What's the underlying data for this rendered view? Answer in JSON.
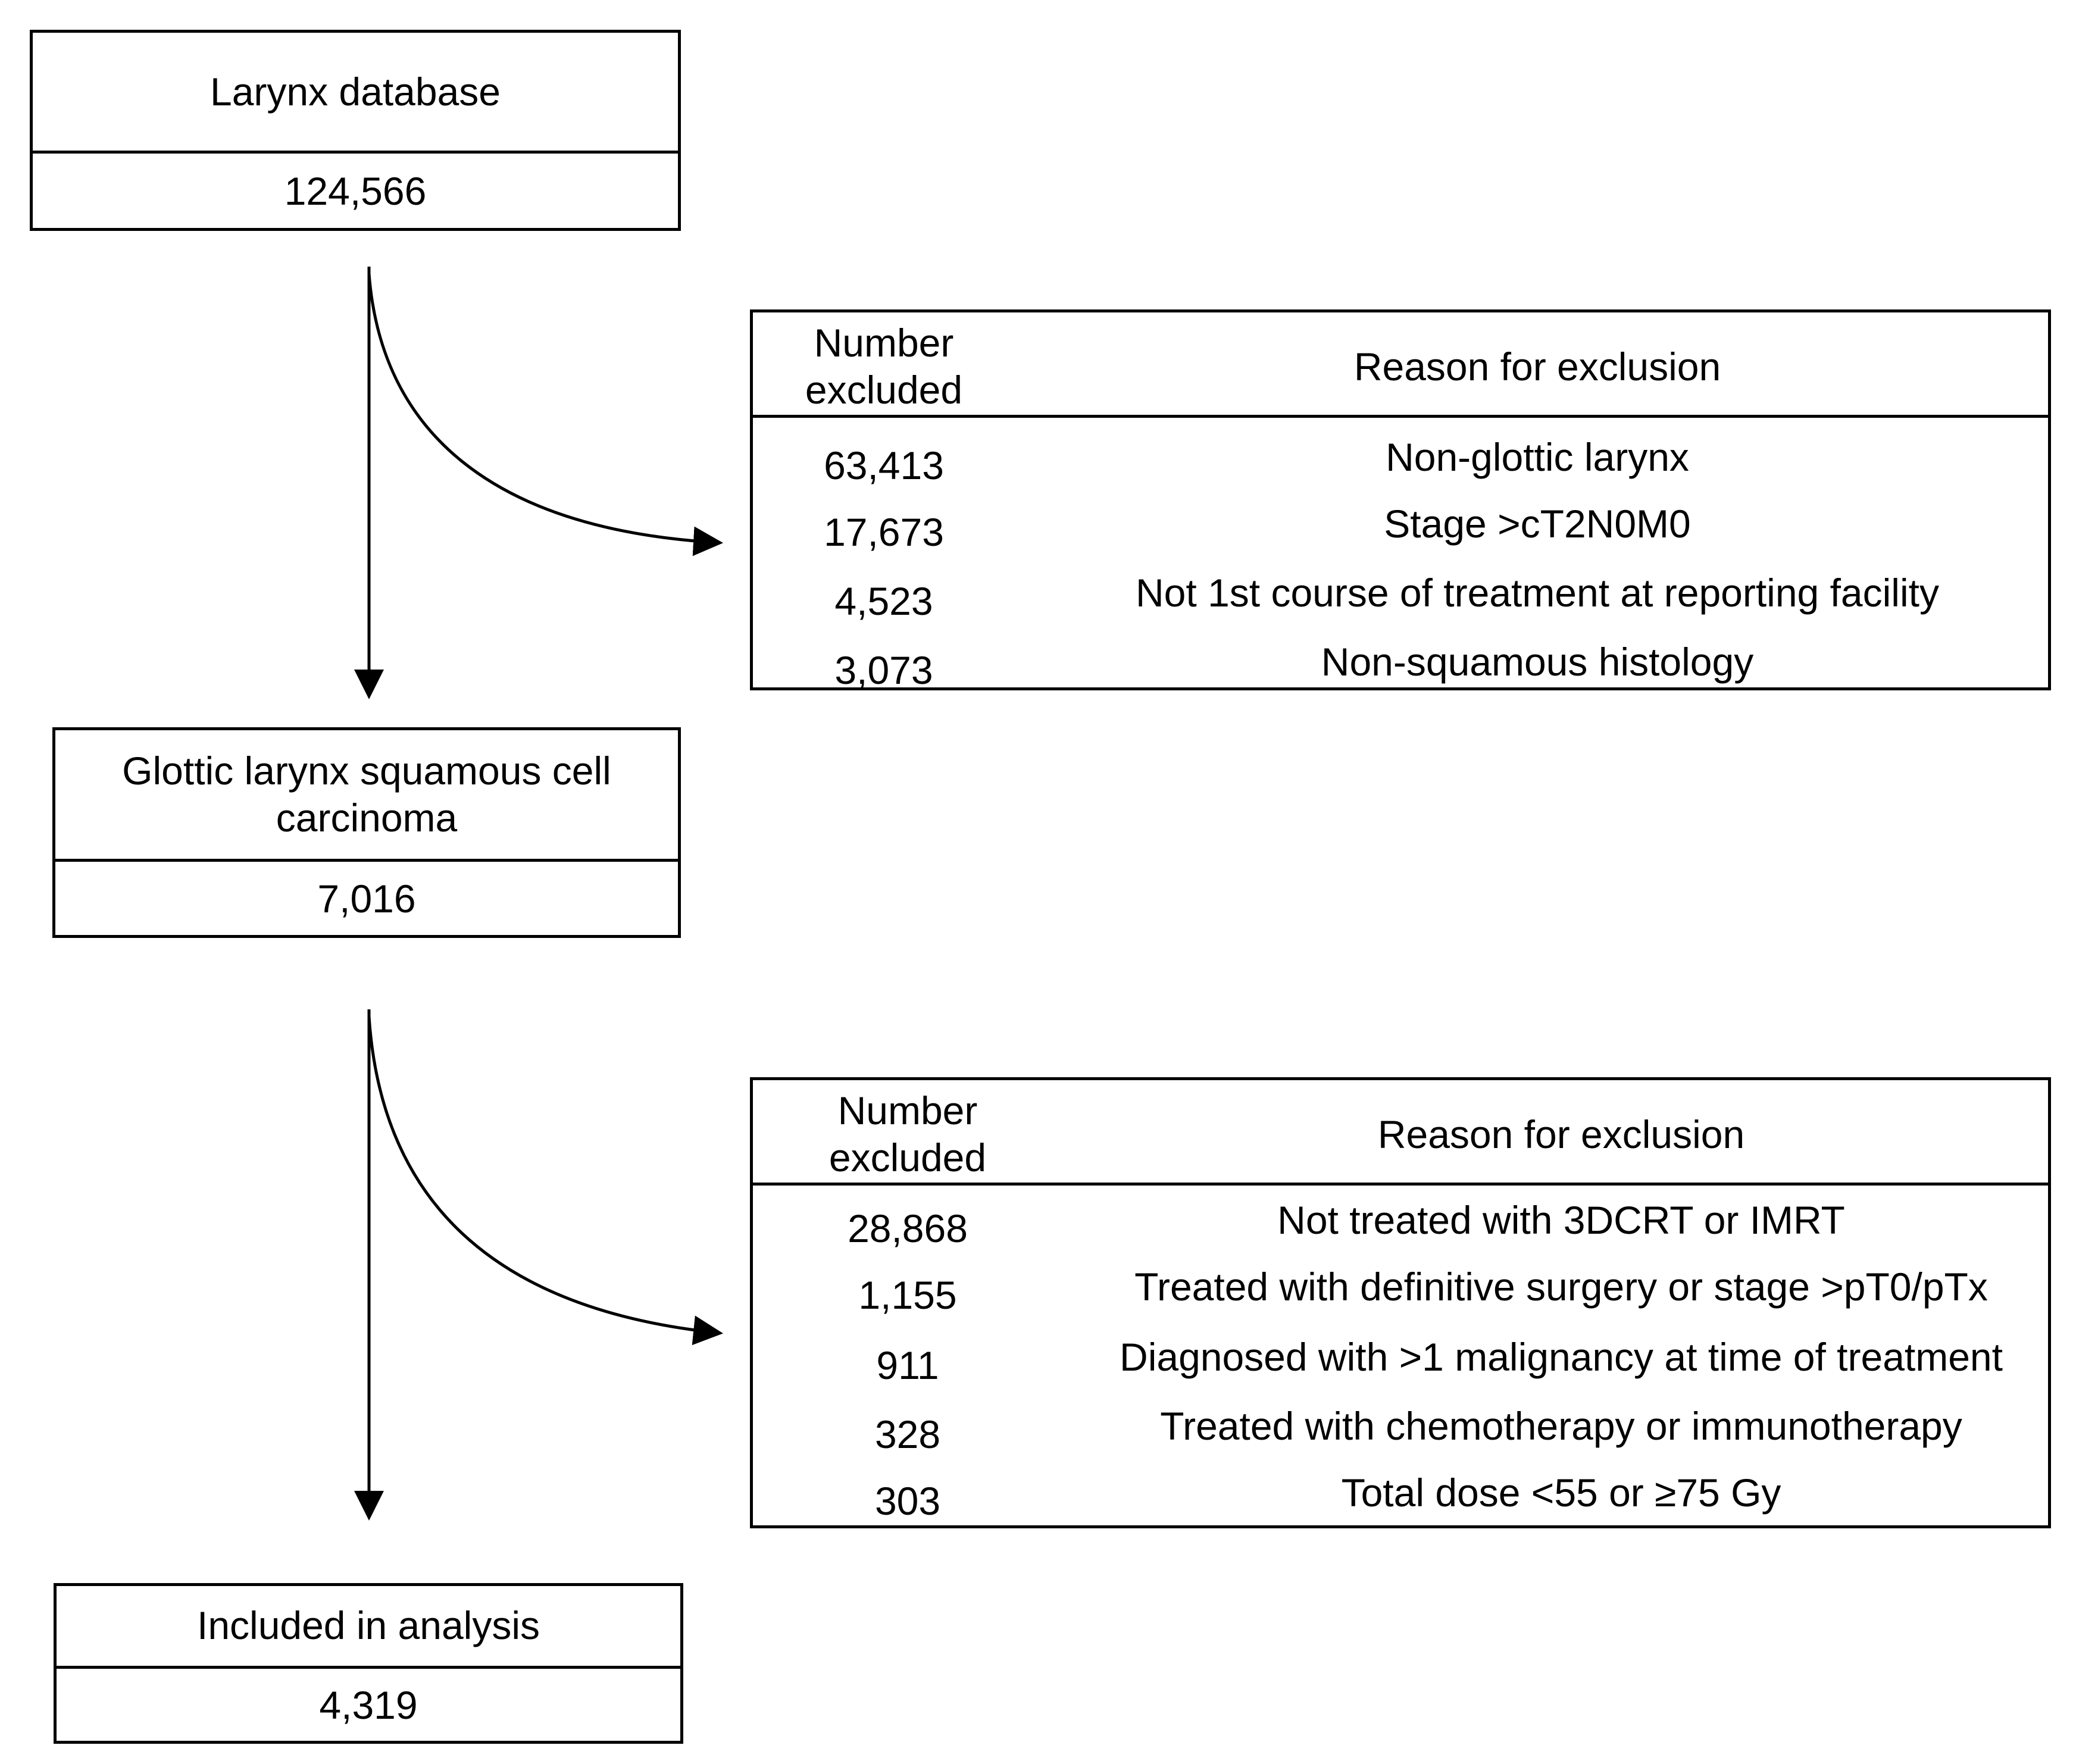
{
  "boxes": {
    "larynx": {
      "title": "Larynx database",
      "count": "124,566"
    },
    "glottic": {
      "title": "Glottic larynx squamous cell carcinoma",
      "count": "7,016"
    },
    "included": {
      "title": "Included in analysis",
      "count": "4,319"
    }
  },
  "exclusions1": {
    "header_number": "Number excluded",
    "header_reason": "Reason for exclusion",
    "rows": [
      {
        "number": "63,413",
        "reason": "Non-glottic larynx"
      },
      {
        "number": "17,673",
        "reason": "Stage >cT2N0M0"
      },
      {
        "number": "4,523",
        "reason": "Not 1st course of treatment at reporting facility"
      },
      {
        "number": "3,073",
        "reason": "Non-squamous histology"
      }
    ]
  },
  "exclusions2": {
    "header_number": "Number excluded",
    "header_reason": "Reason for exclusion",
    "rows": [
      {
        "number": "28,868",
        "reason": "Not treated with 3DCRT or IMRT"
      },
      {
        "number": "1,155",
        "reason": "Treated with definitive surgery or stage >pT0/pTx"
      },
      {
        "number": "911",
        "reason": "Diagnosed with >1 malignancy at time of treatment"
      },
      {
        "number": "328",
        "reason": "Treated with chemotherapy or immunotherapy"
      },
      {
        "number": "303",
        "reason": "Total dose <55 or ≥75 Gy"
      }
    ]
  }
}
